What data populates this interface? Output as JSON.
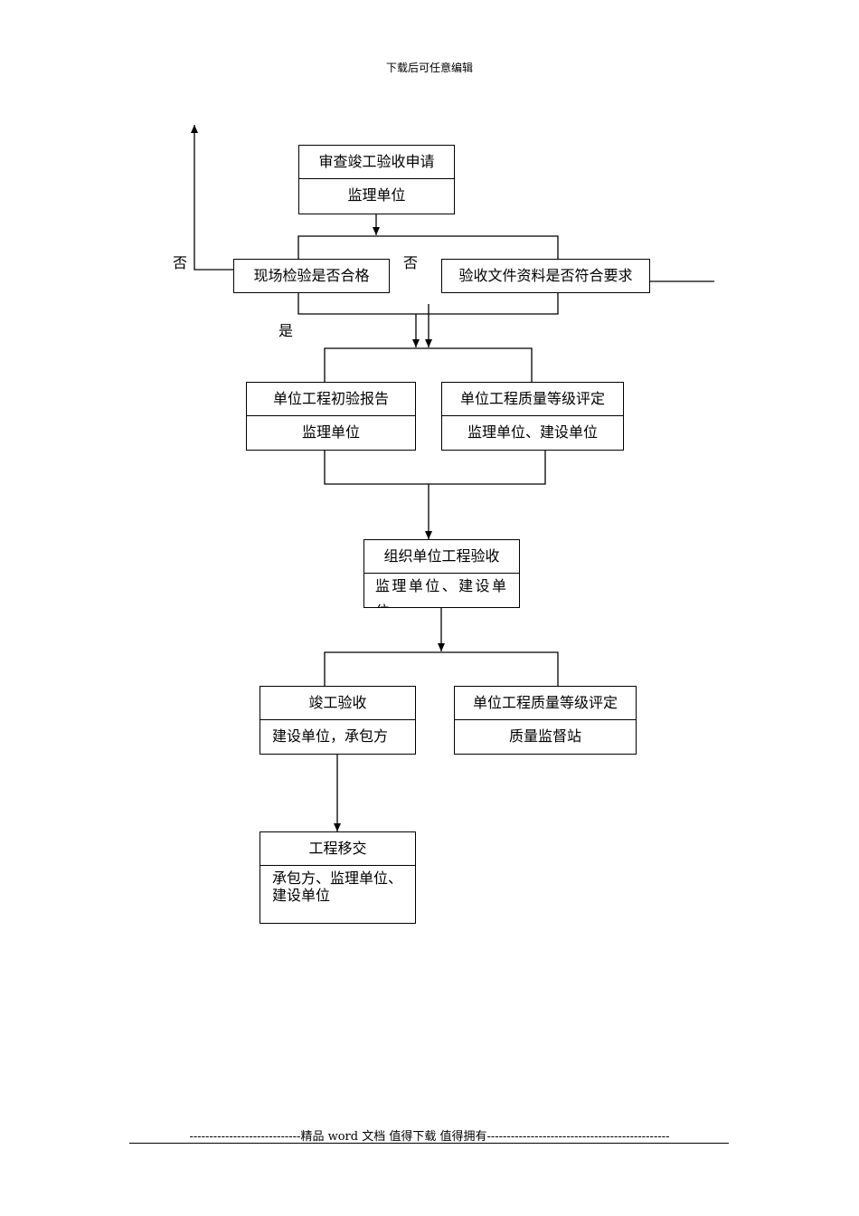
{
  "header_note": "下载后可任意编辑",
  "boxes": {
    "review_application": {
      "title": "审查竣工验收申请",
      "party": "监理单位"
    },
    "site_inspection": {
      "title": "现场检验是否合格"
    },
    "document_check": {
      "title": "验收文件资料是否符合要求"
    },
    "initial_report": {
      "title": "单位工程初验报告",
      "party": "监理单位"
    },
    "quality_grade_1": {
      "title": "单位工程质量等级评定",
      "party": "监理单位、建设单位"
    },
    "organize_acceptance": {
      "title": "组织单位工程验收",
      "party": "监理单位、建设单位"
    },
    "completion_acceptance": {
      "title": "竣工验收",
      "party": "建设单位，承包方"
    },
    "quality_grade_2": {
      "title": "单位工程质量等级评定",
      "party": "质量监督站"
    },
    "handover": {
      "title": "工程移交",
      "party": "承包方、监理单位、建设单位"
    }
  },
  "labels": {
    "no_left": "否",
    "no_middle": "否",
    "yes": "是"
  },
  "footer": "----------------------------精品 word 文档 值得下载 值得拥有----------------------------------------------"
}
